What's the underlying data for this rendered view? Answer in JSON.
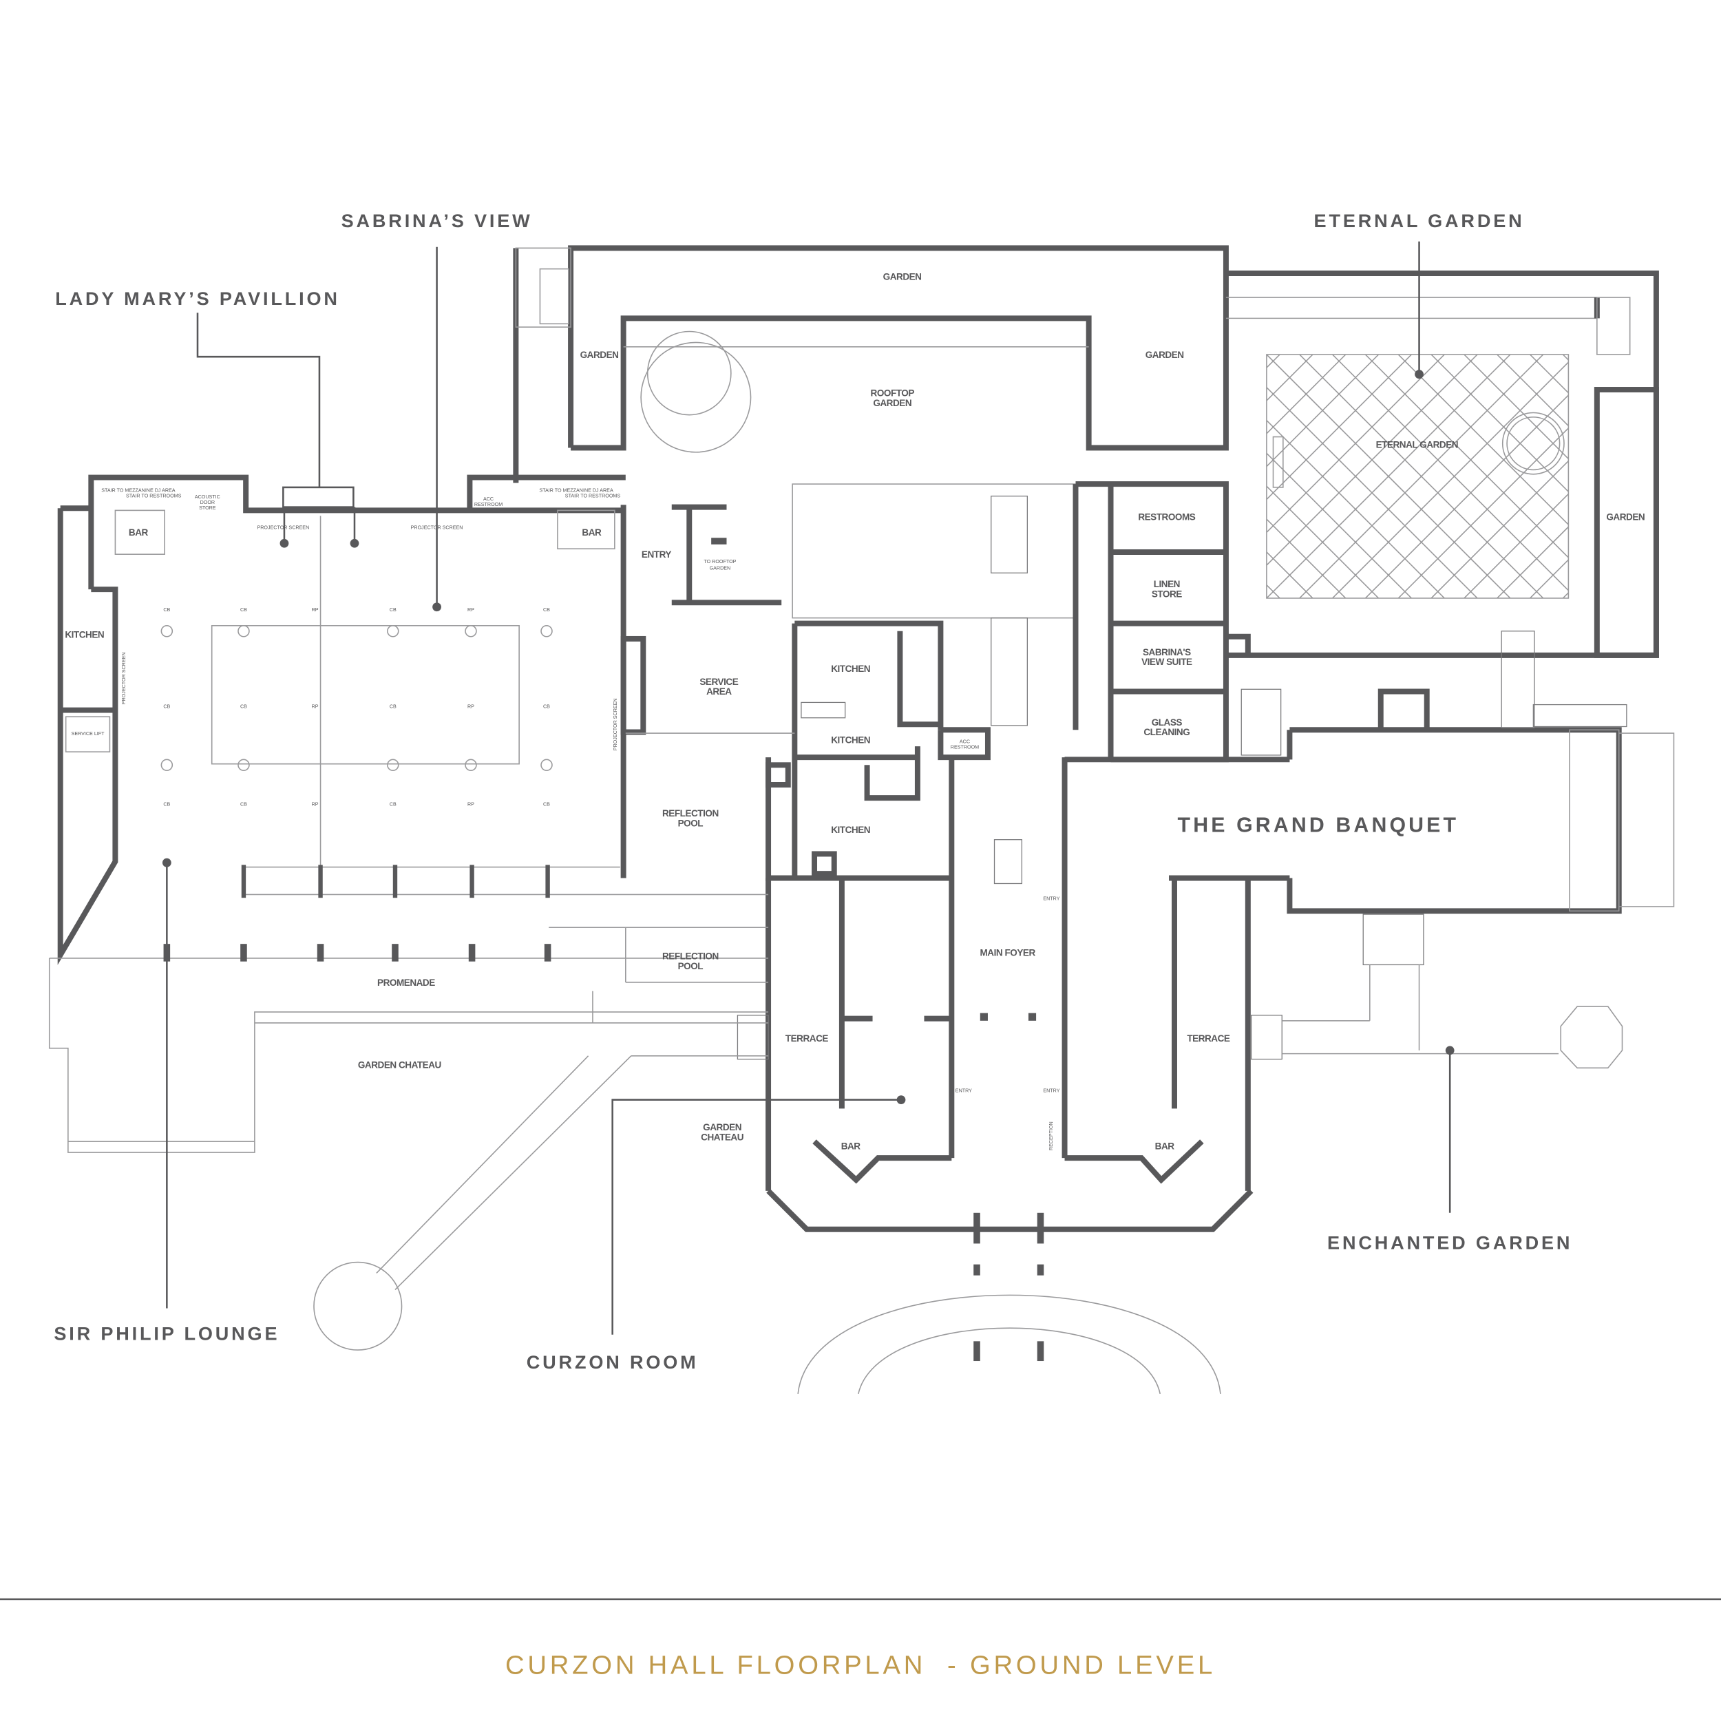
{
  "title": "CURZON HALL FLOORPLAN  - GROUND LEVEL",
  "colors": {
    "wall": "#58585a",
    "title": "#c09a4c"
  },
  "callouts": {
    "sabrinas_view": "SABRINA’S VIEW",
    "lady_marys_pavillion": "LADY MARY’S PAVILLION",
    "eternal_garden": "ETERNAL GARDEN",
    "sir_philip_lounge": "SIR PHILIP LOUNGE",
    "curzon_room": "CURZON ROOM",
    "enchanted_garden": "ENCHANTED GARDEN",
    "grand_banquet": "THE GRAND BANQUET"
  },
  "rooms": {
    "garden_top": "GARDEN",
    "garden_left": "GARDEN",
    "rooftop_garden_1": "ROOFTOP",
    "rooftop_garden_2": "GARDEN",
    "garden_right": "GARDEN",
    "eternal_garden": "ETERNAL GARDEN",
    "garden_far_right": "GARDEN",
    "restrooms": "RESTROOMS",
    "linen_store_1": "LINEN",
    "linen_store_2": "STORE",
    "sabrinas_suite_1": "SABRINA'S",
    "sabrinas_suite_2": "VIEW SUITE",
    "glass_cleaning_1": "GLASS",
    "glass_cleaning_2": "CLEANING",
    "kitchen_1": "KITCHEN",
    "kitchen_2": "KITCHEN",
    "kitchen_3": "KITCHEN",
    "kitchen_left": "KITCHEN",
    "service_area_1": "SERVICE",
    "service_area_2": "AREA",
    "entry": "ENTRY",
    "to_rooftop_1": "TO ROOFTOP",
    "to_rooftop_2": "GARDEN",
    "reflection_pool_a1": "REFLECTION",
    "reflection_pool_a2": "POOL",
    "reflection_pool_b1": "REFLECTION",
    "reflection_pool_b2": "POOL",
    "main_foyer": "MAIN FOYER",
    "terrace_left": "TERRACE",
    "terrace_right": "TERRACE",
    "garden_chateau_a1": "GARDEN",
    "garden_chateau_a2": "CHATEAU",
    "garden_chateau_b": "GARDEN CHATEAU",
    "promenade": "PROMENADE",
    "bar_1": "BAR",
    "bar_2": "BAR",
    "bar_left": "BAR",
    "bar_mid": "BAR",
    "service_lift": "SERVICE LIFT",
    "acoustic_door_store_1": "ACOUSTIC",
    "acoustic_door_store_2": "DOOR",
    "acoustic_door_store_3": "STORE",
    "acc_restroom_a1": "ACC",
    "acc_restroom_a2": "RESTROOM",
    "acc_restroom_b1": "ACC",
    "acc_restroom_b2": "RESTROOM",
    "stair_mezz_1": "STAIR TO MEZZANINE DJ AREA",
    "stair_restrooms_1": "STAIR TO RESTROOMS",
    "stair_mezz_2": "STAIR TO MEZZANINE DJ AREA",
    "stair_restrooms_2": "STAIR TO RESTROOMS",
    "entry_a": "ENTRY",
    "entry_b": "ENTRY",
    "entry_c": "ENTRY",
    "reception": "RECEPTION",
    "projector_screen_1": "PROJECTOR SCREEN",
    "projector_screen_2": "PROJECTOR SCREEN",
    "projector_screen_3": "PROJECTOR SCREEN",
    "projector_screen_4": "PROJECTOR SCREEN",
    "cb": "CB",
    "rp": "RP"
  }
}
